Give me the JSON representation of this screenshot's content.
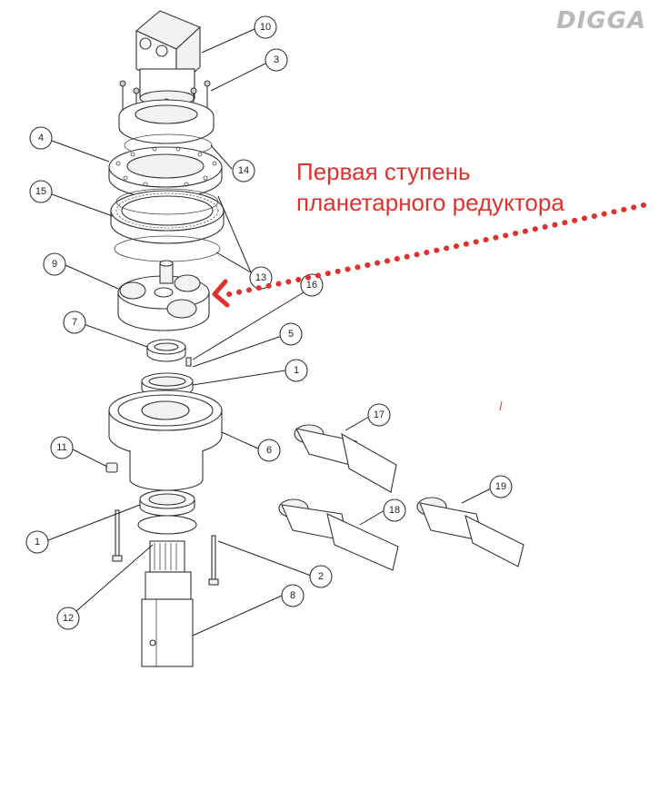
{
  "logo": {
    "text": "DIGGA"
  },
  "annotation": {
    "lines": [
      "Первая ступень",
      "планетарного редуктора"
    ],
    "color": "#e0322d",
    "arrow": "dotted-red-arrow"
  },
  "callouts": [
    {
      "id": "callout-10",
      "label": "10"
    },
    {
      "id": "callout-3",
      "label": "3"
    },
    {
      "id": "callout-4",
      "label": "4"
    },
    {
      "id": "callout-14",
      "label": "14"
    },
    {
      "id": "callout-15",
      "label": "15"
    },
    {
      "id": "callout-13",
      "label": "13"
    },
    {
      "id": "callout-9",
      "label": "9"
    },
    {
      "id": "callout-16",
      "label": "16"
    },
    {
      "id": "callout-7",
      "label": "7"
    },
    {
      "id": "callout-5",
      "label": "5"
    },
    {
      "id": "callout-1-top",
      "label": "1"
    },
    {
      "id": "callout-6",
      "label": "6"
    },
    {
      "id": "callout-17",
      "label": "17"
    },
    {
      "id": "callout-11",
      "label": "11"
    },
    {
      "id": "callout-19",
      "label": "19"
    },
    {
      "id": "callout-18",
      "label": "18"
    },
    {
      "id": "callout-1-bottom",
      "label": "1"
    },
    {
      "id": "callout-2",
      "label": "2"
    },
    {
      "id": "callout-8",
      "label": "8"
    },
    {
      "id": "callout-12",
      "label": "12"
    }
  ]
}
